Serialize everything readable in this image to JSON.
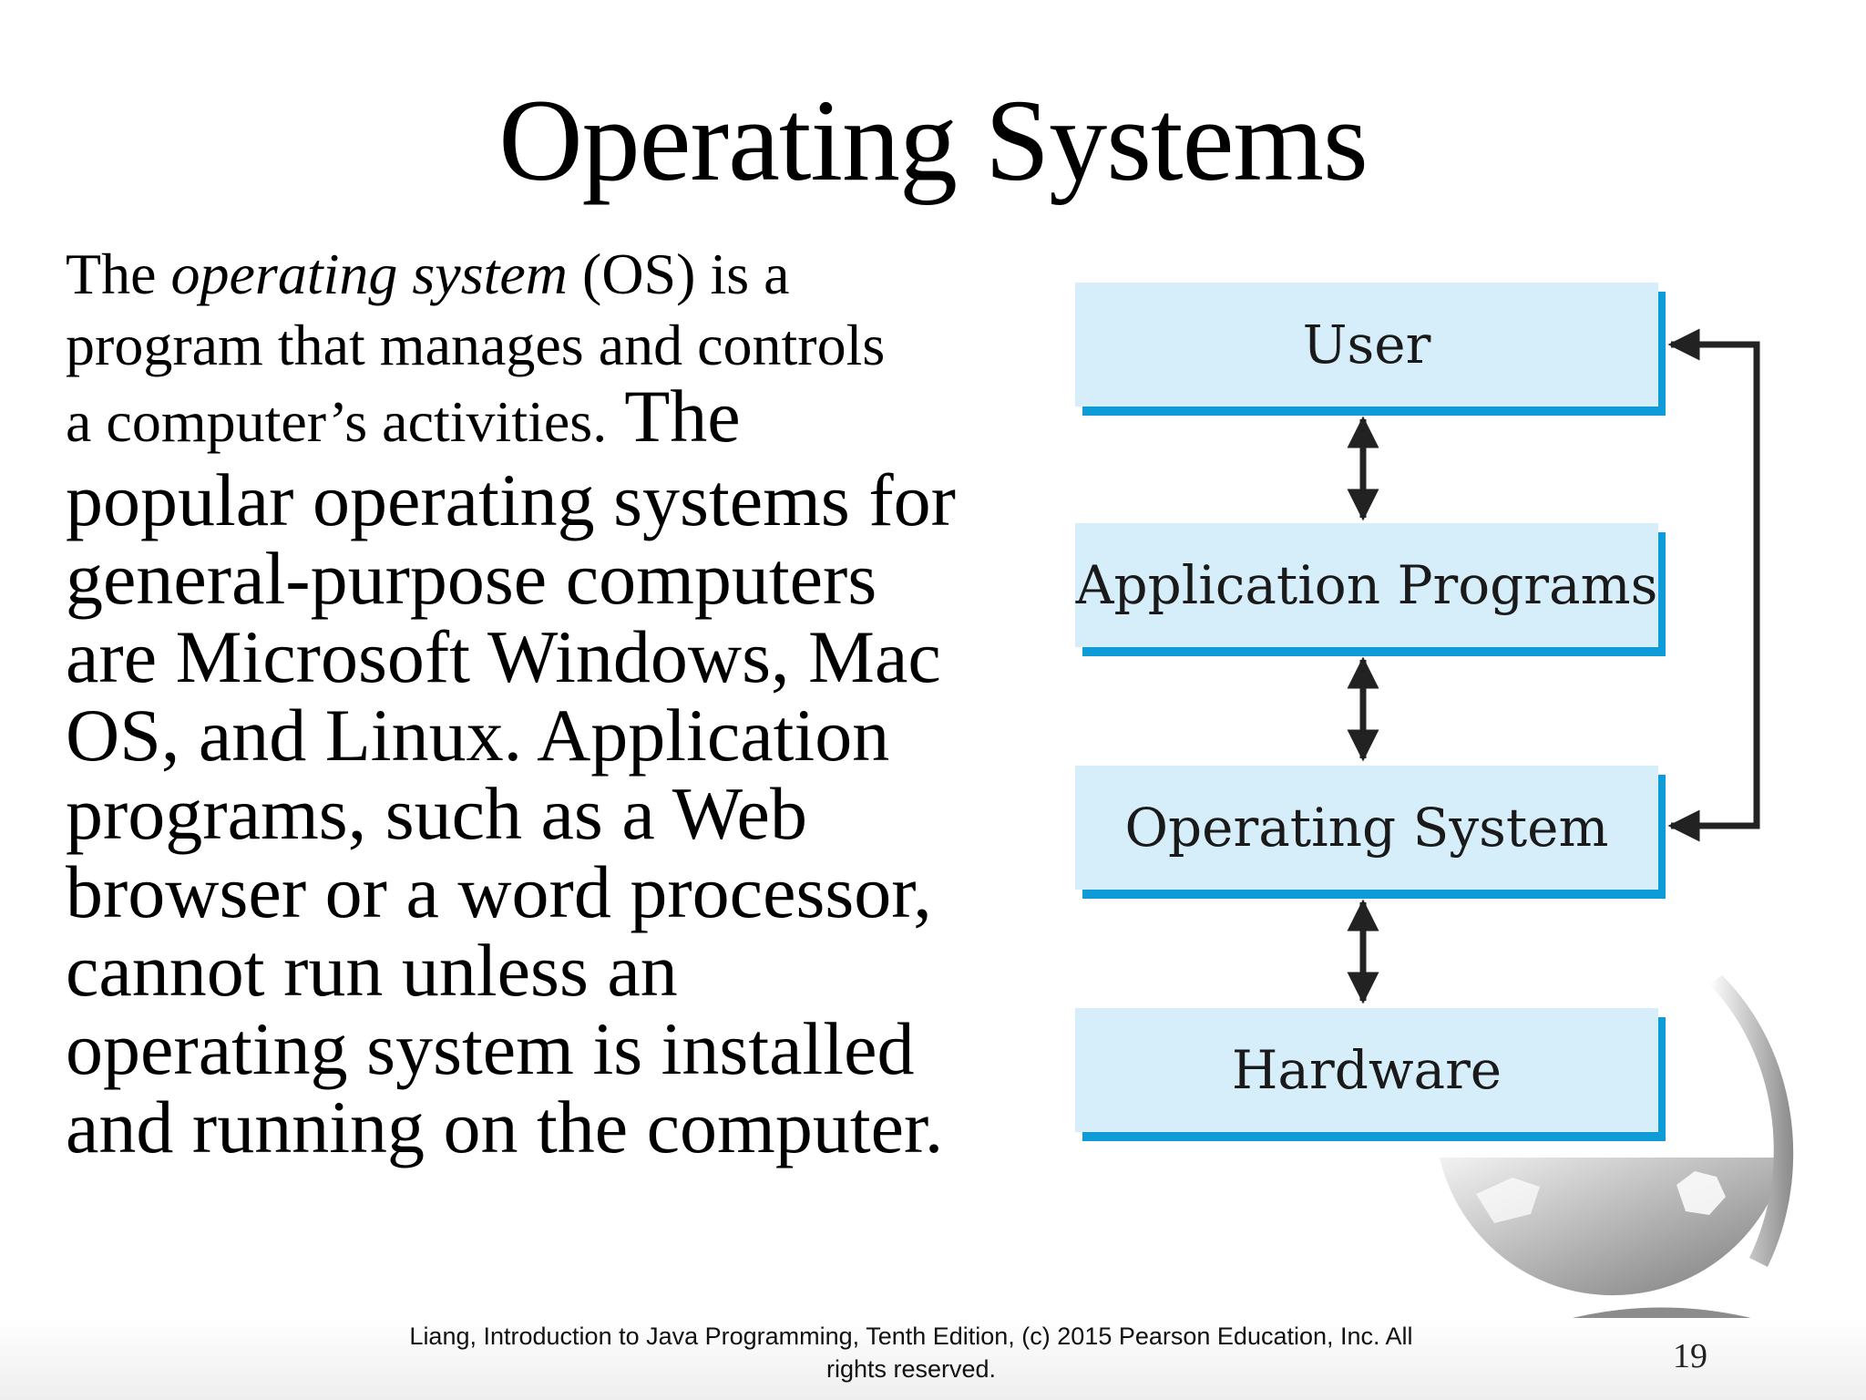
{
  "slide": {
    "title": "Operating Systems",
    "body": {
      "s1_a": "The ",
      "s1_italic": "operating system",
      "s1_b": " (OS) is a",
      "s1_line2": "program that manages and controls",
      "s1_line3": "a computer’s activities.",
      "s2_line3": " The",
      "s2_line4": "popular operating systems for",
      "s2_line5": "general-purpose computers",
      "s2_line6": "are Microsoft Windows, Mac",
      "s2_line7": "OS, and Linux. Application",
      "s2_line8": "programs, such as a Web",
      "s2_line9": "browser or a word processor,",
      "s2_line10": "cannot run unless an",
      "s2_line11": "operating system is installed",
      "s2_line12": "and running on the computer."
    },
    "diagram": {
      "layers": [
        "User",
        "Application Programs",
        "Operating System",
        "Hardware"
      ]
    },
    "footer": {
      "line1": "Liang, Introduction to Java Programming, Tenth Edition, (c) 2015 Pearson Education, Inc. All",
      "line2": "rights reserved."
    },
    "page_number": "19"
  },
  "colors": {
    "box_fill": "#d6eef9",
    "box_shadow": "#0f9bd7",
    "arrow": "#222222"
  }
}
